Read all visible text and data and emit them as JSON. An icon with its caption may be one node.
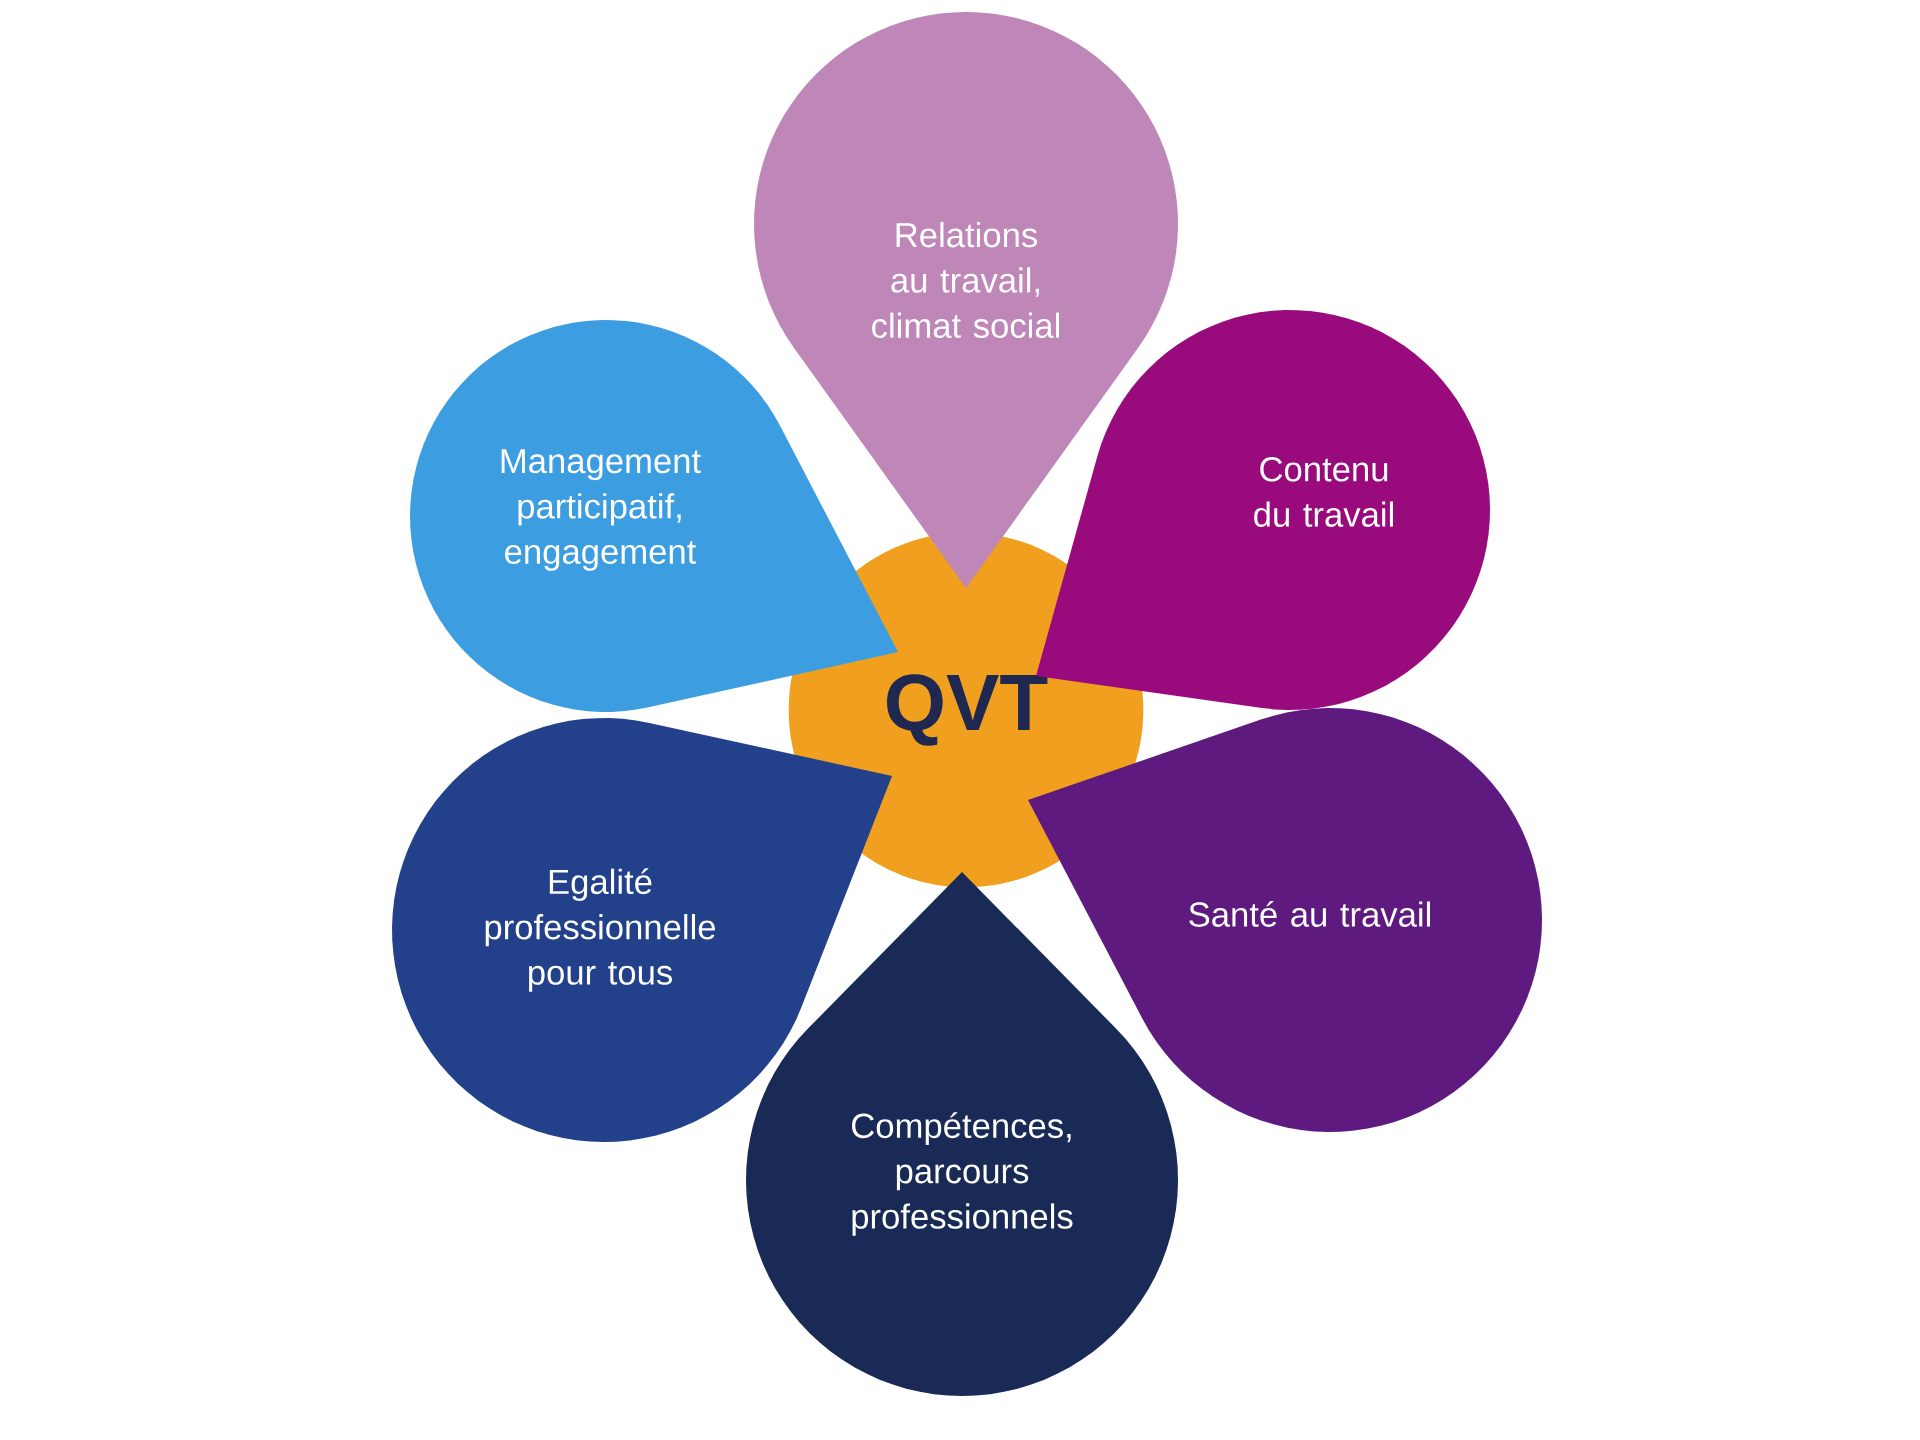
{
  "diagram": {
    "nodes": [
      {
        "text": [
          "QVT"
        ]
      },
      {
        "text": [
          "Relations au travail, climat social"
        ]
      },
      {
        "text": [
          "Contenu du travail"
        ]
      },
      {
        "text": [
          "Santé au travail"
        ]
      },
      {
        "text": [
          "Compétences, parcours professionnels"
        ]
      },
      {
        "text": [
          "Egalité professionnelle pour tous"
        ]
      },
      {
        "text": [
          "Management participatif, engagement"
        ]
      }
    ]
  }
}
